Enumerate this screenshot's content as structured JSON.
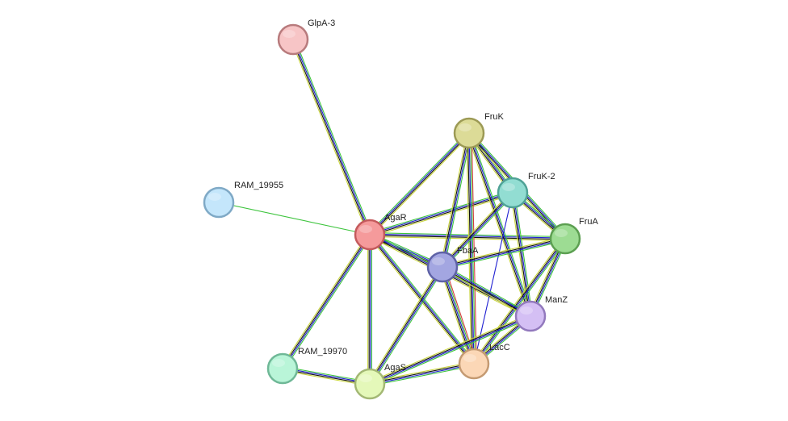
{
  "nodes": [
    {
      "id": "GlpA-3",
      "label": "GlpA-3",
      "fill": "#f7c5c6",
      "stroke": "#b87b7d"
    },
    {
      "id": "RAM_19955",
      "label": "RAM_19955",
      "fill": "#c4e6fb",
      "stroke": "#7fa9c6"
    },
    {
      "id": "AgaR",
      "label": "AgaR",
      "fill": "#f59a9b",
      "stroke": "#c45a5c"
    },
    {
      "id": "FruK",
      "label": "FruK",
      "fill": "#dcdb97",
      "stroke": "#9c9a55"
    },
    {
      "id": "FruK-2",
      "label": "FruK-2",
      "fill": "#92ddd2",
      "stroke": "#4fa296"
    },
    {
      "id": "FruA",
      "label": "FruA",
      "fill": "#9ddc93",
      "stroke": "#5c9f51"
    },
    {
      "id": "FbaA",
      "label": "FbaA",
      "fill": "#a3a6e1",
      "stroke": "#5e62a6"
    },
    {
      "id": "ManZ",
      "label": "ManZ",
      "fill": "#d4bff4",
      "stroke": "#9279bd"
    },
    {
      "id": "LacC",
      "label": "LacC",
      "fill": "#fbd7b6",
      "stroke": "#c49a72"
    },
    {
      "id": "RAM_19970",
      "label": "RAM_19970",
      "fill": "#b9f5d8",
      "stroke": "#6fb897"
    },
    {
      "id": "AgaS",
      "label": "AgaS",
      "fill": "#e4f8b9",
      "stroke": "#a3b874"
    }
  ],
  "edges": [
    {
      "source": "GlpA-3",
      "target": "AgaR",
      "colors": [
        "#3dc43d",
        "#1f1fd1",
        "#111111",
        "#c8d43a"
      ]
    },
    {
      "source": "RAM_19955",
      "target": "AgaR",
      "colors": [
        "#3dc43d"
      ]
    },
    {
      "source": "AgaR",
      "target": "FruK",
      "colors": [
        "#3dc43d",
        "#1f1fd1",
        "#111111",
        "#c8d43a"
      ]
    },
    {
      "source": "AgaR",
      "target": "FruK-2",
      "colors": [
        "#3dc43d",
        "#1f1fd1",
        "#111111",
        "#c8d43a"
      ]
    },
    {
      "source": "AgaR",
      "target": "FruA",
      "colors": [
        "#3dc43d",
        "#1f1fd1",
        "#111111",
        "#c8d43a"
      ]
    },
    {
      "source": "AgaR",
      "target": "FbaA",
      "colors": [
        "#3dc43d",
        "#1f1fd1",
        "#111111",
        "#c8d43a"
      ]
    },
    {
      "source": "AgaR",
      "target": "ManZ",
      "colors": [
        "#3dc43d",
        "#1f1fd1",
        "#111111",
        "#c8d43a"
      ]
    },
    {
      "source": "AgaR",
      "target": "LacC",
      "colors": [
        "#3dc43d",
        "#1f1fd1",
        "#111111",
        "#c8d43a"
      ]
    },
    {
      "source": "AgaR",
      "target": "RAM_19970",
      "colors": [
        "#3dc43d",
        "#1f1fd1",
        "#111111",
        "#c8d43a"
      ]
    },
    {
      "source": "AgaR",
      "target": "AgaS",
      "colors": [
        "#3dc43d",
        "#1f1fd1",
        "#111111",
        "#c8d43a"
      ]
    },
    {
      "source": "FruK",
      "target": "FruK-2",
      "colors": [
        "#3dc43d",
        "#1f1fd1",
        "#111111",
        "#c8d43a"
      ]
    },
    {
      "source": "FruK",
      "target": "FruA",
      "colors": [
        "#3dc43d",
        "#1f1fd1",
        "#111111",
        "#c8d43a"
      ]
    },
    {
      "source": "FruK",
      "target": "FbaA",
      "colors": [
        "#3dc43d",
        "#1f1fd1",
        "#111111",
        "#c8d43a"
      ]
    },
    {
      "source": "FruK",
      "target": "ManZ",
      "colors": [
        "#3dc43d",
        "#1f1fd1",
        "#111111",
        "#c8d43a"
      ]
    },
    {
      "source": "FruK",
      "target": "LacC",
      "colors": [
        "#d33b3b",
        "#3dc43d",
        "#1f1fd1",
        "#111111",
        "#c8d43a"
      ]
    },
    {
      "source": "FruK-2",
      "target": "FruA",
      "colors": [
        "#3dc43d",
        "#1f1fd1",
        "#111111",
        "#c8d43a"
      ]
    },
    {
      "source": "FruK-2",
      "target": "FbaA",
      "colors": [
        "#3dc43d",
        "#1f1fd1",
        "#111111",
        "#c8d43a"
      ]
    },
    {
      "source": "FruK-2",
      "target": "ManZ",
      "colors": [
        "#3dc43d",
        "#1f1fd1",
        "#111111",
        "#c8d43a"
      ]
    },
    {
      "source": "FruK-2",
      "target": "LacC",
      "colors": [
        "#1f1fd1"
      ]
    },
    {
      "source": "FruA",
      "target": "FbaA",
      "colors": [
        "#3dc43d",
        "#1f1fd1",
        "#111111",
        "#c8d43a"
      ]
    },
    {
      "source": "FruA",
      "target": "ManZ",
      "colors": [
        "#3dc43d",
        "#1f1fd1",
        "#111111",
        "#c8d43a"
      ]
    },
    {
      "source": "FruA",
      "target": "LacC",
      "colors": [
        "#3dc43d",
        "#1f1fd1",
        "#111111",
        "#c8d43a"
      ]
    },
    {
      "source": "FbaA",
      "target": "ManZ",
      "colors": [
        "#3dc43d",
        "#1f1fd1",
        "#111111",
        "#c8d43a"
      ]
    },
    {
      "source": "FbaA",
      "target": "LacC",
      "colors": [
        "#d33b3b",
        "#3dc43d",
        "#1f1fd1",
        "#111111",
        "#c8d43a"
      ]
    },
    {
      "source": "FbaA",
      "target": "AgaS",
      "colors": [
        "#3dc43d",
        "#1f1fd1",
        "#111111",
        "#c8d43a"
      ]
    },
    {
      "source": "ManZ",
      "target": "LacC",
      "colors": [
        "#3dc43d",
        "#1f1fd1",
        "#111111",
        "#c8d43a"
      ]
    },
    {
      "source": "ManZ",
      "target": "AgaS",
      "colors": [
        "#3dc43d",
        "#1f1fd1",
        "#111111",
        "#c8d43a"
      ]
    },
    {
      "source": "LacC",
      "target": "AgaS",
      "colors": [
        "#3dc43d",
        "#1f1fd1",
        "#111111",
        "#c8d43a"
      ]
    },
    {
      "source": "RAM_19970",
      "target": "AgaS",
      "colors": [
        "#3dc43d",
        "#1f1fd1",
        "#111111",
        "#c8d43a"
      ]
    }
  ]
}
